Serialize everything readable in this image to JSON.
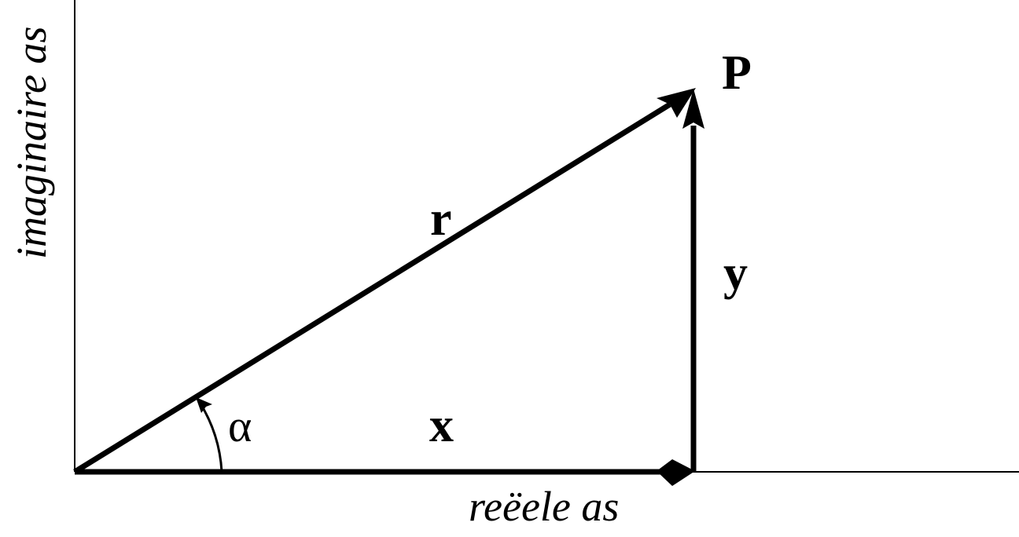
{
  "diagram": {
    "axis_imaginary_label": "imaginaire as",
    "axis_real_label": "reëele as",
    "point_label": "P",
    "vector_r_label": "r",
    "component_x_label": "x",
    "component_y_label": "y",
    "angle_label": "α",
    "stroke_color": "#000000",
    "background_color": "#ffffff"
  }
}
